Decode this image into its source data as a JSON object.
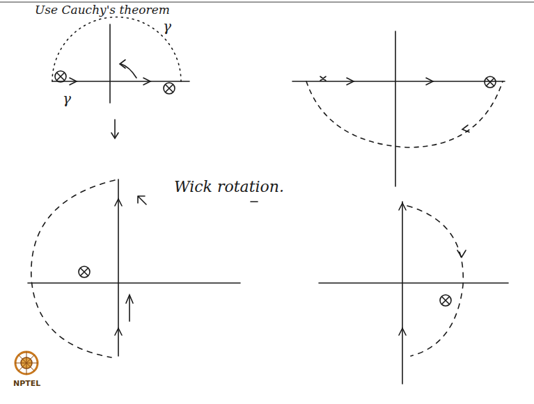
{
  "diagram": {
    "labels": [
      "Use Cauchy's theorem",
      "γ",
      "γ",
      "Wick rotation.",
      "NPTEL"
    ]
  }
}
